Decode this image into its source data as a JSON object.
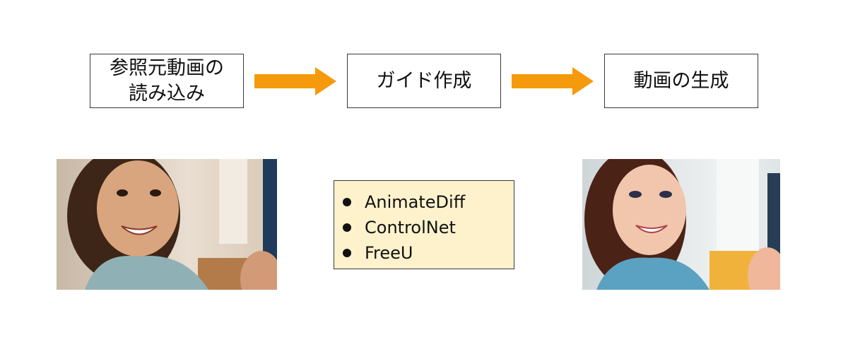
{
  "steps": [
    {
      "label_line1": "参照元動画の",
      "label_line2": "読み込み"
    },
    {
      "label": "ガイド作成"
    },
    {
      "label": "動画の生成"
    }
  ],
  "tools": [
    "AnimateDiff",
    "ControlNet",
    "FreeU"
  ],
  "colors": {
    "arrow": "#f59a0c",
    "tools_box_fill": "#fdf2cc",
    "box_border": "#3a3a3a"
  },
  "images": [
    {
      "name": "reference-video-frame"
    },
    {
      "name": "generated-video-frame"
    }
  ]
}
